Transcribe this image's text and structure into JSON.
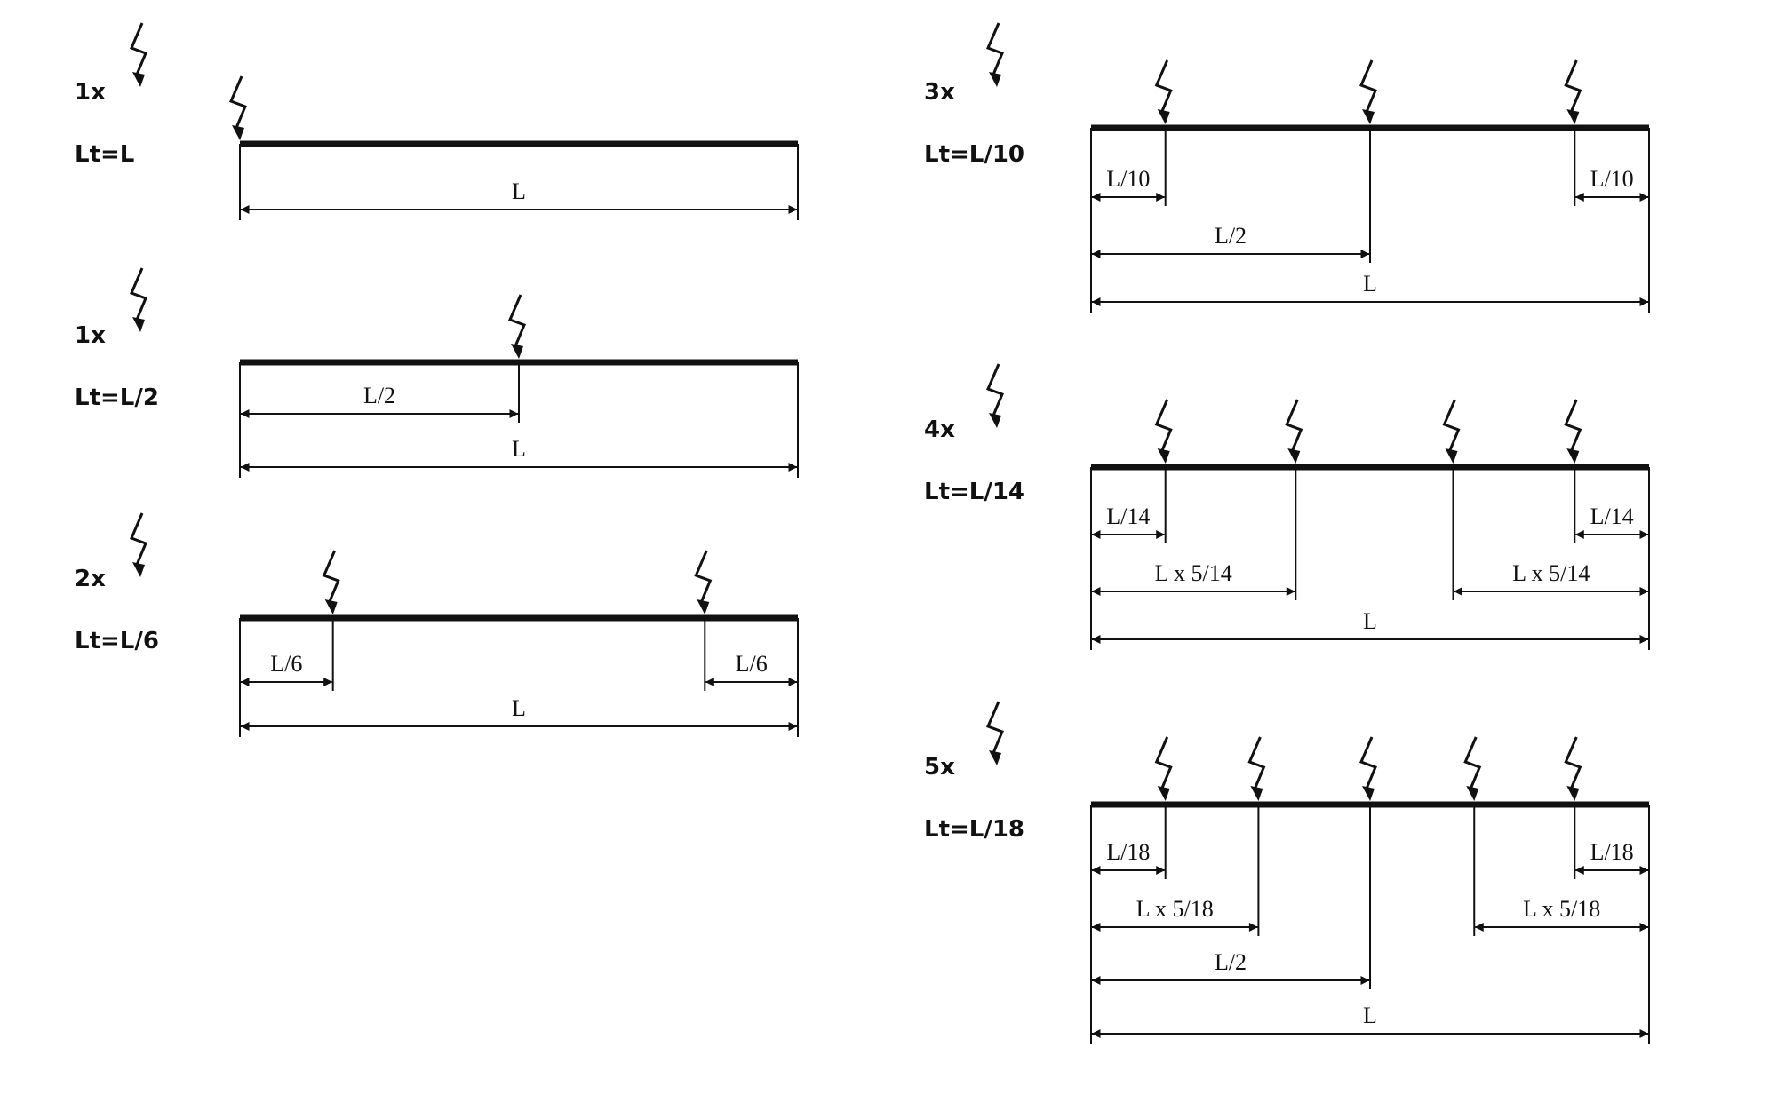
{
  "cases": [
    {
      "count_label": "1x",
      "lt_label": "Lt=L",
      "loads": [
        0
      ],
      "dimensions": [
        {
          "label": "L",
          "from": 0,
          "to": 1,
          "level": 1
        }
      ]
    },
    {
      "count_label": "1x",
      "lt_label": "Lt=L/2",
      "loads": [
        0.5
      ],
      "dimensions": [
        {
          "label": "L/2",
          "from": 0,
          "to": 0.5,
          "level": 1
        },
        {
          "label": "L",
          "from": 0,
          "to": 1,
          "level": 2
        }
      ]
    },
    {
      "count_label": "2x",
      "lt_label": "Lt=L/6",
      "loads": [
        0.1667,
        0.8333
      ],
      "dimensions": [
        {
          "label": "L/6",
          "from": 0,
          "to": 0.1667,
          "level": 1
        },
        {
          "label": "L/6",
          "from": 0.8333,
          "to": 1,
          "level": 1
        },
        {
          "label": "L",
          "from": 0,
          "to": 1,
          "level": 2
        }
      ]
    },
    {
      "count_label": "3x",
      "lt_label": "Lt=L/10",
      "loads": [
        0.1333,
        0.5,
        0.8667
      ],
      "dimensions": [
        {
          "label": "L/10",
          "from": 0,
          "to": 0.1333,
          "level": 1
        },
        {
          "label": "L/10",
          "from": 0.8667,
          "to": 1,
          "level": 1
        },
        {
          "label": "L/2",
          "from": 0,
          "to": 0.5,
          "level": 2
        },
        {
          "label": "L",
          "from": 0,
          "to": 1,
          "level": 3
        }
      ]
    },
    {
      "count_label": "4x",
      "lt_label": "Lt=L/14",
      "loads": [
        0.1333,
        0.3667,
        0.6489,
        0.8667
      ],
      "dimensions": [
        {
          "label": "L/14",
          "from": 0,
          "to": 0.1333,
          "level": 1
        },
        {
          "label": "L/14",
          "from": 0.8667,
          "to": 1,
          "level": 1
        },
        {
          "label": "L x 5/14",
          "from": 0,
          "to": 0.3667,
          "level": 2
        },
        {
          "label": "L x 5/14",
          "from": 0.6489,
          "to": 1,
          "level": 2
        },
        {
          "label": "L",
          "from": 0,
          "to": 1,
          "level": 3
        }
      ]
    },
    {
      "count_label": "5x",
      "lt_label": "Lt=L/18",
      "loads": [
        0.1333,
        0.3,
        0.5,
        0.6867,
        0.8667
      ],
      "dimensions": [
        {
          "label": "L/18",
          "from": 0,
          "to": 0.1333,
          "level": 1
        },
        {
          "label": "L/18",
          "from": 0.8667,
          "to": 1,
          "level": 1
        },
        {
          "label": "L x 5/18",
          "from": 0,
          "to": 0.3,
          "level": 2
        },
        {
          "label": "L x 5/18",
          "from": 0.6867,
          "to": 1,
          "level": 2
        },
        {
          "label": "L/2",
          "from": 0,
          "to": 0.5,
          "level": 3
        },
        {
          "label": "L",
          "from": 0,
          "to": 1,
          "level": 4
        }
      ]
    }
  ],
  "colors": {
    "ink": "#111111",
    "background": "#ffffff"
  },
  "icons": {
    "load": "lightning-load-icon"
  }
}
